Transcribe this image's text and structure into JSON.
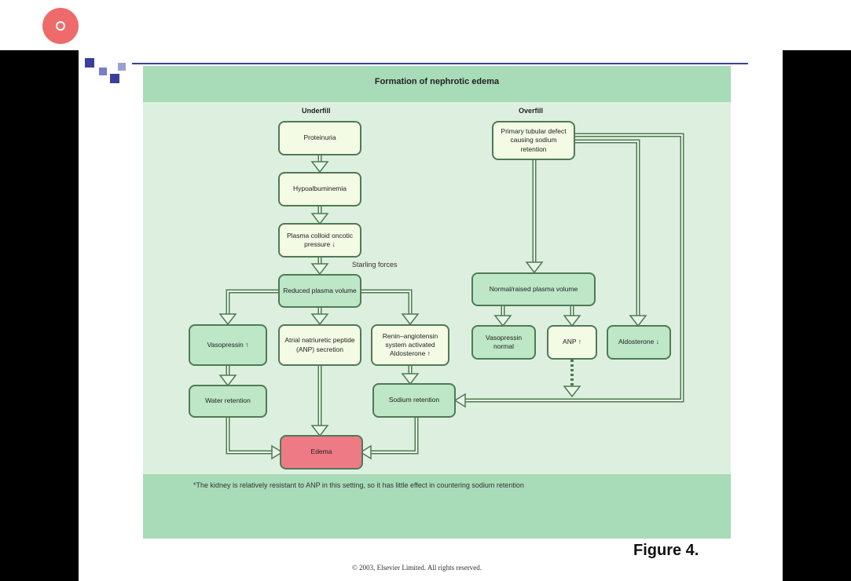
{
  "diagram": {
    "title": "Formation of nephrotic edema",
    "columns": {
      "underfill": "Underfill",
      "overfill": "Overfill"
    },
    "underfill_boxes": {
      "proteinuria": "Proteinuria",
      "hypoalbuminemia": "Hypoalbuminemia",
      "oncotic": "Plasma colloid oncotic pressure ↓",
      "reduced_volume": "Reduced plasma volume",
      "vasopressin": "Vasopressin ↑",
      "anp": "Atrial natriuretic peptide (ANP) secretion",
      "raas": "Renin–angiotensin system activated Aldosterone ↑",
      "water_retention": "Water retention",
      "sodium_retention": "Sodium retention",
      "edema": "Edema"
    },
    "overfill_boxes": {
      "primary": "Primary tubular defect causing sodium retention",
      "normal_volume": "Normal/raised plasma volume",
      "vasopressin_normal": "Vasopressin normal",
      "anp_up": "ANP ↑",
      "aldosterone_down": "Aldosterone ↓"
    },
    "starling_label": "Starling forces",
    "footnote": "*The kidney is relatively resistant to ANP in this setting, so it has little effect in countering sodium retention"
  },
  "slide": {
    "figure_label": "Figure 4.",
    "copyright": "© 2003, Elsevier Limited. All rights reserved."
  },
  "colors": {
    "title_band": "#a8dbb8",
    "background": "#ddf0df",
    "edema": "#ee7a85",
    "arrow": "#4f7a55"
  }
}
